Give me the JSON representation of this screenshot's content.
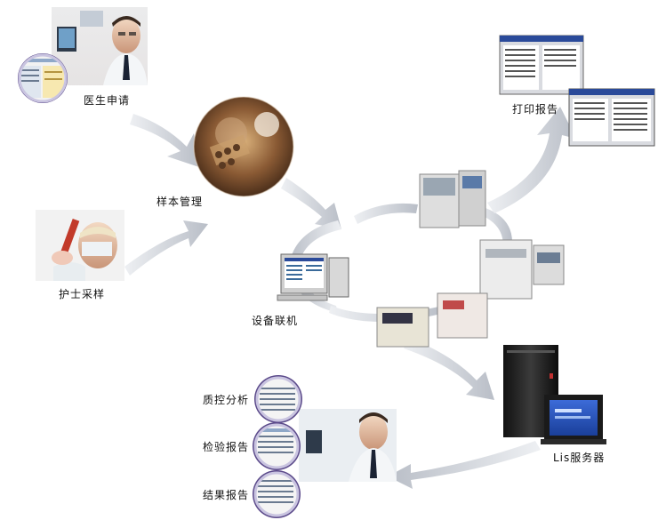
{
  "nodes": {
    "doctor_request": "医生申请",
    "sample_management": "样本管理",
    "nurse_sampling": "护士采样",
    "device_connection": "设备联机",
    "print_report": "打印报告",
    "lis_server": "Lis服务器",
    "quality_analysis": "质控分析",
    "inspection_report": "检验报告",
    "result_report": "结果报告"
  },
  "icons": [
    "doctor-photo",
    "sample-tray-photo",
    "nurse-photo",
    "workstation-icon",
    "analyzer-icon",
    "printer-screen-icon",
    "server-icon",
    "monitor-icon"
  ]
}
